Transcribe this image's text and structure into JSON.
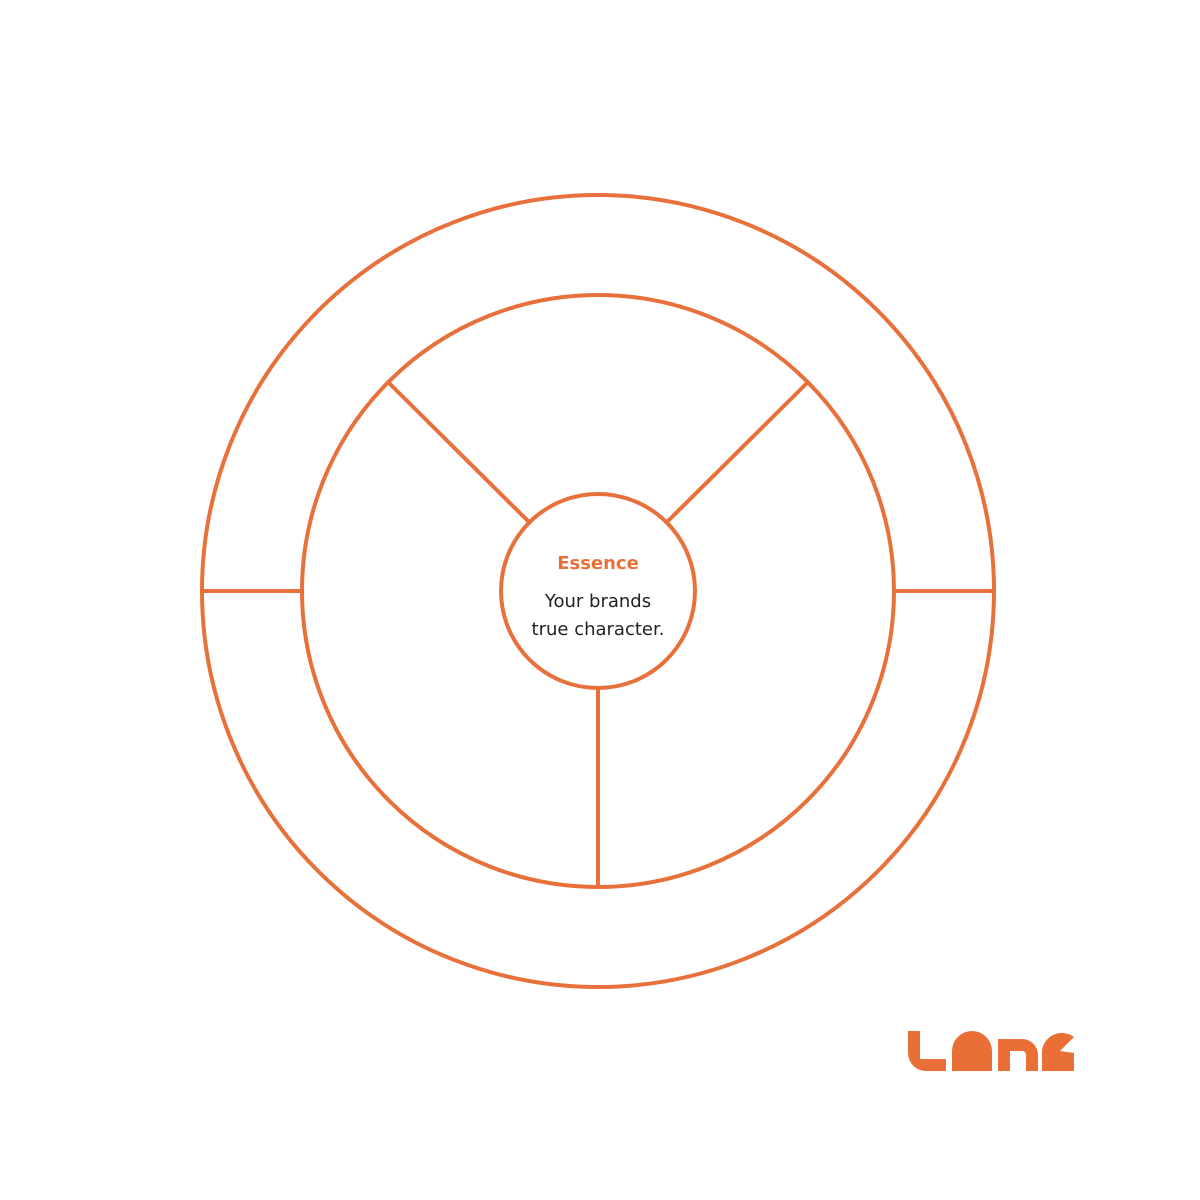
{
  "essence": {
    "title": "Essence",
    "description_line1": "Your brands",
    "description_line2": "true character."
  },
  "logo": {
    "brand": "Lane"
  },
  "colors": {
    "accent": "#e8703a",
    "text": "#222222",
    "background": "#ffffff"
  }
}
